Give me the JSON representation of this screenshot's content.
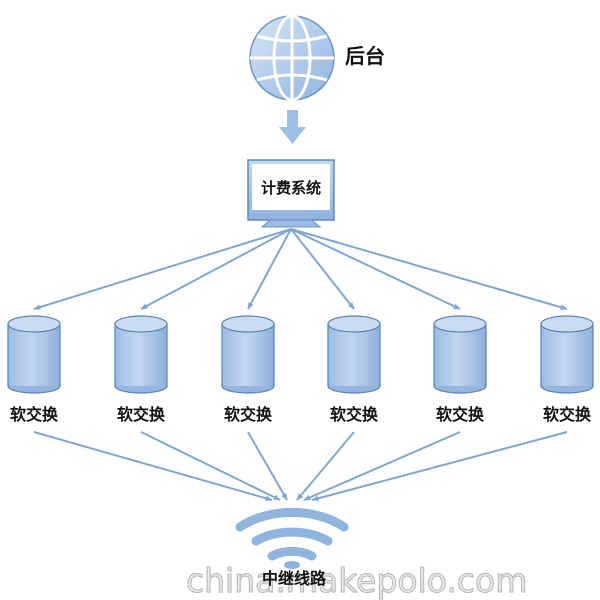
{
  "diagram": {
    "top_node": {
      "label": "后台",
      "icon": "globe-icon"
    },
    "billing_node": {
      "label": "计费系统",
      "icon": "monitor-icon"
    },
    "switch_nodes": [
      {
        "label": "软交换",
        "icon": "database-cylinder-icon"
      },
      {
        "label": "软交换",
        "icon": "database-cylinder-icon"
      },
      {
        "label": "软交换",
        "icon": "database-cylinder-icon"
      },
      {
        "label": "软交换",
        "icon": "database-cylinder-icon"
      },
      {
        "label": "软交换",
        "icon": "database-cylinder-icon"
      },
      {
        "label": "软交换",
        "icon": "database-cylinder-icon"
      }
    ],
    "trunk_node": {
      "label": "中继线路",
      "icon": "wifi-signal-icon"
    }
  },
  "watermark": "china.makepolo.com",
  "colors": {
    "arrow": "#7fa6cf",
    "node_fill": "#a9c6e8",
    "node_stroke": "#5a84b4",
    "wifi": "#8fb4de"
  }
}
